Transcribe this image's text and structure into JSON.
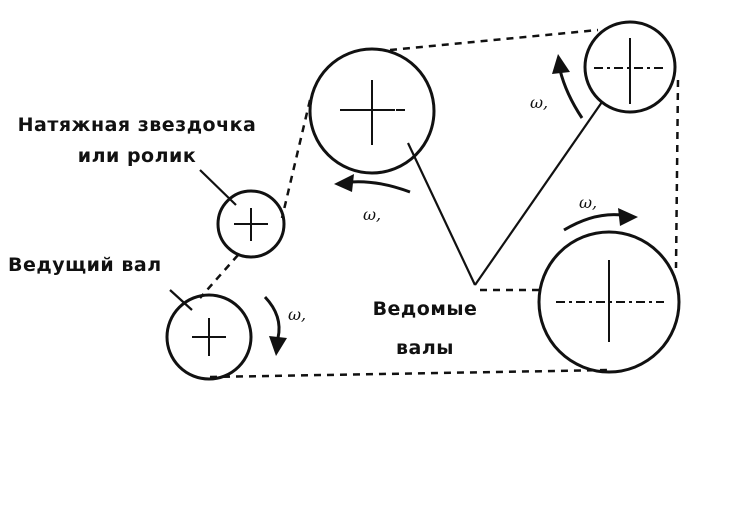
{
  "labels": {
    "tensioner_line1": "Натяжная звездочка",
    "tensioner_line2": "или ролик",
    "driving_shaft": "Ведущий вал",
    "driven_line1": "Ведомые",
    "driven_line2": "валы",
    "omega_driving": "ω,",
    "omega_left_driven": "ω,",
    "omega_top_driven": "ω,",
    "omega_right_driven": "ω,"
  },
  "colors": {
    "ink": "#111111",
    "background": "#ffffff"
  }
}
